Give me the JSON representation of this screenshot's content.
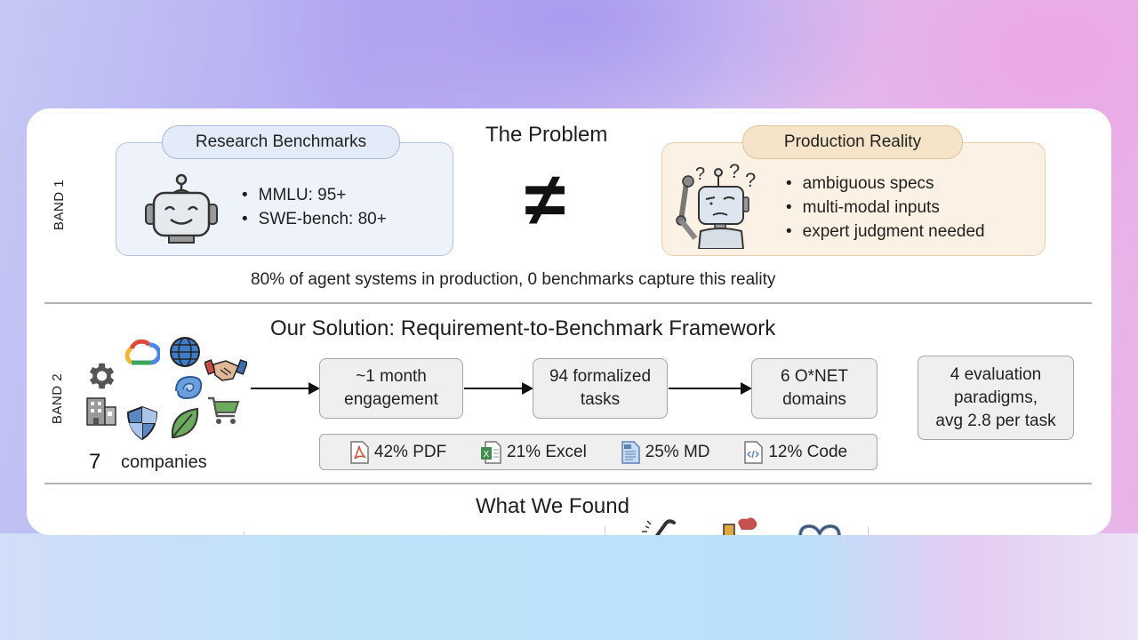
{
  "band1": {
    "label": "BAND 1",
    "title": "The Problem",
    "research": {
      "tag": "Research Benchmarks",
      "icon": "happy-robot-icon",
      "bullets": [
        "MMLU: 95+",
        "SWE-bench: 80+"
      ]
    },
    "not_equal": "≠",
    "production": {
      "tag": "Production Reality",
      "icon": "confused-robot-icon",
      "bullets": [
        "ambiguous specs",
        "multi-modal inputs",
        "expert judgment needed"
      ]
    },
    "caption": "80% of agent systems in production, 0 benchmarks capture this reality"
  },
  "band2": {
    "label": "BAND 2",
    "title": "Our Solution: Requirement-to-Benchmark Framework",
    "companies": {
      "count": "7",
      "label": "companies",
      "icons": [
        "gear-icon",
        "cloud-icon",
        "globe-icon",
        "handshake-icon",
        "swirl-icon",
        "building-icon",
        "shield-icon",
        "leaf-icon",
        "cart-icon"
      ]
    },
    "steps": [
      {
        "line1": "~1 month",
        "line2": "engagement"
      },
      {
        "line1": "94 formalized",
        "line2": "tasks"
      },
      {
        "line1": "6 O*NET",
        "line2": "domains"
      }
    ],
    "paradigms": {
      "line1": "4 evaluation",
      "line2": "paradigms,",
      "line3": "avg 2.8 per task"
    },
    "file_types": [
      {
        "label": "42% PDF",
        "icon": "pdf-file-icon",
        "percent": 42
      },
      {
        "label": "21% Excel",
        "icon": "excel-file-icon",
        "percent": 21
      },
      {
        "label": "25% MD",
        "icon": "markdown-file-icon",
        "percent": 25
      },
      {
        "label": "12% Code",
        "icon": "code-file-icon",
        "percent": 12
      }
    ]
  },
  "band3": {
    "title": "What We Found",
    "icons": [
      "broken-link-icon",
      "puzzle-icon",
      "infinity-icon"
    ]
  }
}
